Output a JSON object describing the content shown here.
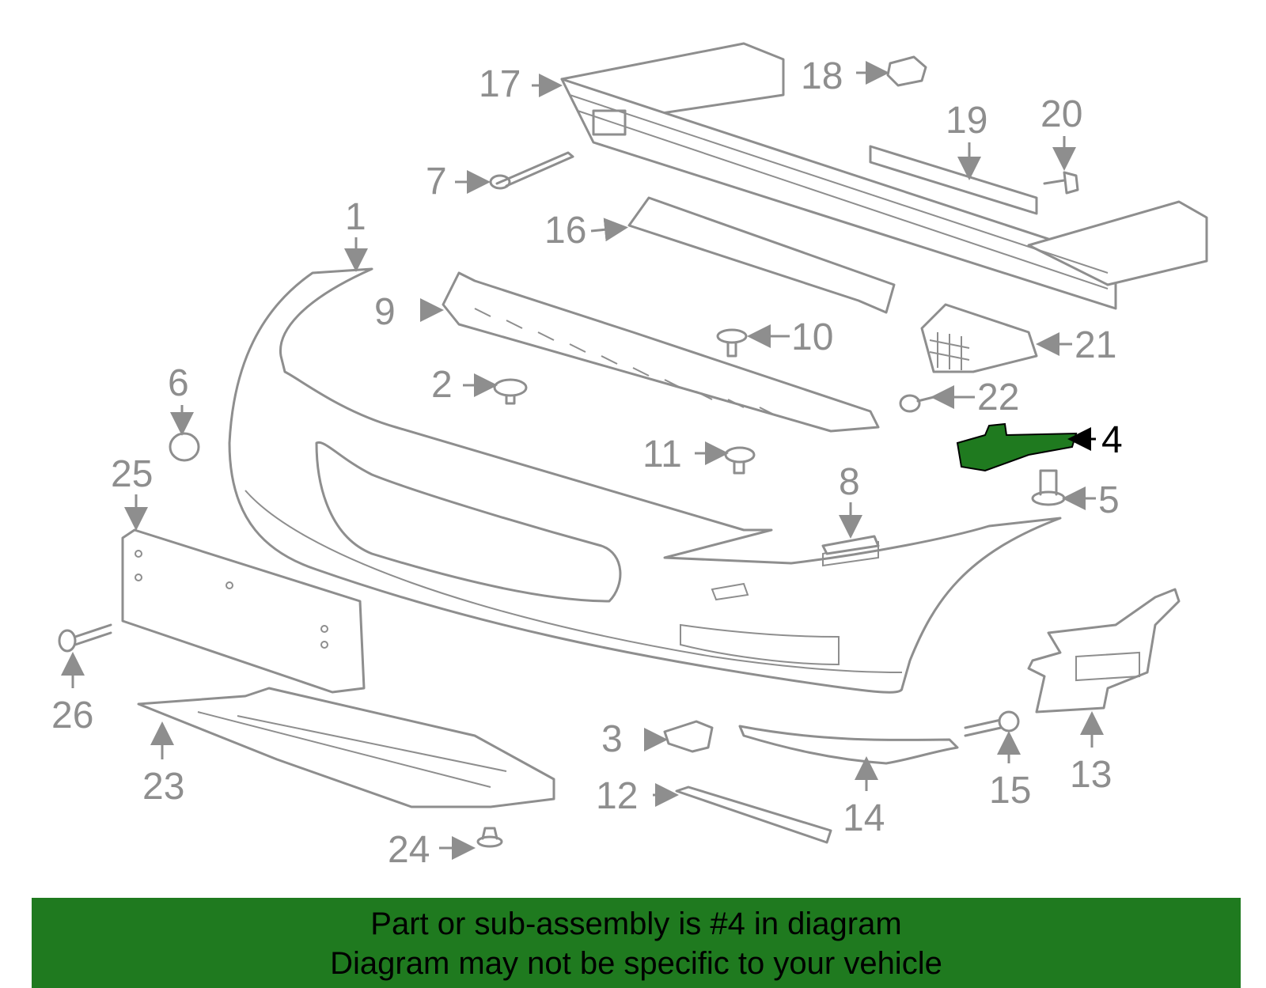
{
  "banner": {
    "line1": "Part or sub-assembly is #4 in diagram",
    "line2": "Diagram may not be specific to your vehicle",
    "color": "#1f7a1f"
  },
  "diagram": {
    "highlight_color": "#1f7a1f",
    "part_color": "#8e8e8e",
    "highlighted_part": "4",
    "callouts": [
      "1",
      "2",
      "3",
      "4",
      "5",
      "6",
      "7",
      "8",
      "9",
      "10",
      "11",
      "12",
      "13",
      "14",
      "15",
      "16",
      "17",
      "18",
      "19",
      "20",
      "21",
      "22",
      "23",
      "24",
      "25",
      "26"
    ]
  }
}
